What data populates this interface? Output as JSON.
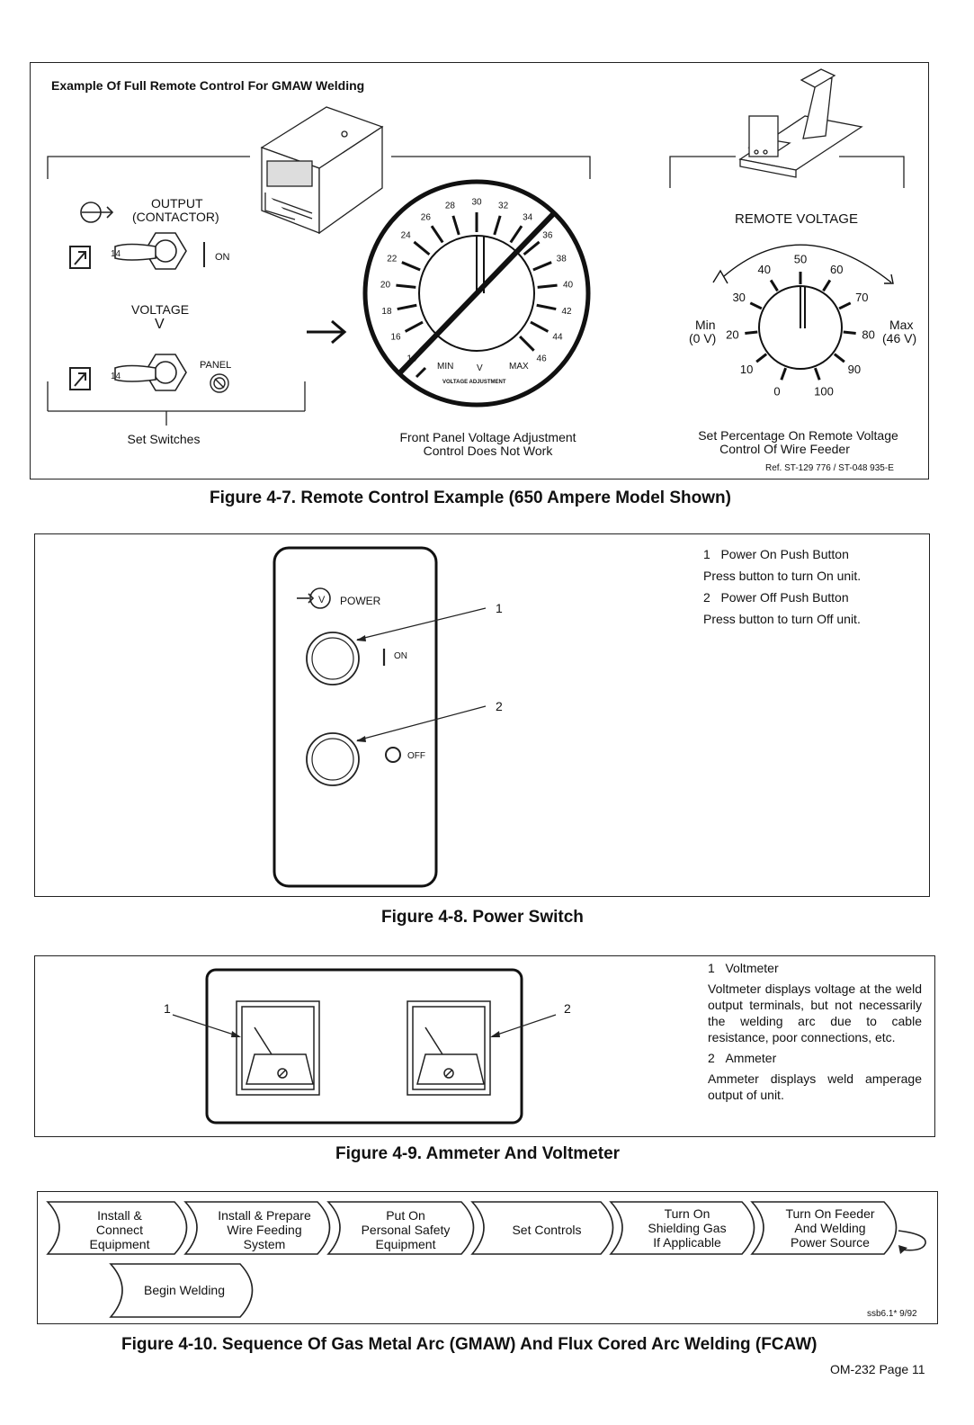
{
  "fig7": {
    "header": "Example Of Full Remote Control For GMAW Welding",
    "output_label_1": "OUTPUT",
    "output_label_2": "(CONTACTOR)",
    "on_label": "ON",
    "voltage_label": "VOLTAGE",
    "voltage_symbol": "V",
    "panel_label": "PANEL",
    "set_switches": "Set Switches",
    "front_panel_caption_1": "Front Panel Voltage Adjustment",
    "front_panel_caption_2": "Control Does Not Work",
    "remote_voltage_label": "REMOTE VOLTAGE",
    "min_label": "Min",
    "min_value": "(0 V)",
    "max_label": "Max",
    "max_value": "(46 V)",
    "remote_caption_1": "Set Percentage On Remote Voltage",
    "remote_caption_2": "Control Of Wire Feeder",
    "ref": "Ref. ST-129 776 / ST-048 935-E",
    "dial_min": "MIN",
    "dial_v": "V",
    "dial_max": "MAX",
    "dial_adjust": "VOLTAGE ADJUSTMENT",
    "front_dial_ticks": [
      "14",
      "16",
      "18",
      "20",
      "22",
      "24",
      "26",
      "28",
      "30",
      "32",
      "34",
      "36",
      "38",
      "40",
      "42",
      "44",
      "46"
    ],
    "remote_dial_ticks": [
      "0",
      "10",
      "20",
      "30",
      "40",
      "50",
      "60",
      "70",
      "80",
      "90",
      "100"
    ],
    "caption": "Figure 4-7. Remote Control Example (650 Ampere Model Shown)"
  },
  "fig8": {
    "power_label": "POWER",
    "on_label": "ON",
    "off_label": "OFF",
    "callout_1": "1",
    "callout_2": "2",
    "legend": [
      {
        "num": "1",
        "title": "Power On Push Button",
        "desc": "Press button to turn On unit."
      },
      {
        "num": "2",
        "title": "Power Off Push Button",
        "desc": "Press button to turn Off unit."
      }
    ],
    "caption": "Figure 4-8. Power Switch"
  },
  "fig9": {
    "callout_1": "1",
    "callout_2": "2",
    "legend": [
      {
        "num": "1",
        "title": "Voltmeter",
        "desc": "Voltmeter displays voltage at the weld output terminals, but not necessarily the welding arc due to cable resistance, poor connections, etc."
      },
      {
        "num": "2",
        "title": "Ammeter",
        "desc": "Ammeter displays weld amperage output of unit."
      }
    ],
    "caption": "Figure 4-9. Ammeter And Voltmeter"
  },
  "fig10": {
    "steps": [
      [
        "Install &",
        "Connect",
        "Equipment"
      ],
      [
        "Install & Prepare",
        "Wire Feeding",
        "System"
      ],
      [
        "Put On",
        "Personal Safety",
        "Equipment"
      ],
      [
        "Set Controls"
      ],
      [
        "Turn On",
        "Shielding Gas",
        "If Applicable"
      ],
      [
        "Turn On Feeder",
        "And Welding",
        "Power Source"
      ]
    ],
    "final_step": "Begin Welding",
    "code": "ssb6.1* 9/92",
    "caption": "Figure 4-10. Sequence Of Gas Metal Arc (GMAW) And Flux Cored Arc Welding (FCAW)"
  },
  "footer": "OM-232 Page 11"
}
